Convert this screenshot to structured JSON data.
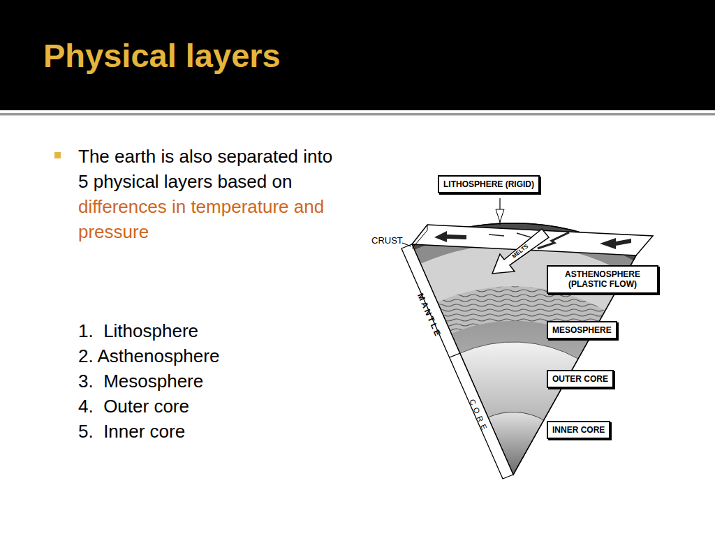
{
  "diagram": {
    "title": "Physical layers",
    "nodes": [
      {
        "text": [
          "LITHOSPHERE (RIGID)"
        ]
      },
      {
        "text": [
          "ASTHENOSPHERE (PLASTIC FLOW)"
        ]
      },
      {
        "text": [
          "MESOSPHERE"
        ]
      },
      {
        "text": [
          "OUTER CORE"
        ]
      },
      {
        "text": [
          "INNER CORE"
        ]
      }
    ],
    "labels": [
      "The earth is also separated into 5 physical layers based on",
      "differences in temperature and pressure",
      "1.  Lithosphere",
      "2. Asthenosphere",
      "3.  Mesosphere",
      "4.  Outer core",
      "5.  Inner core",
      "CRUST",
      "MANTLE",
      "CORE",
      "MELTS"
    ]
  }
}
